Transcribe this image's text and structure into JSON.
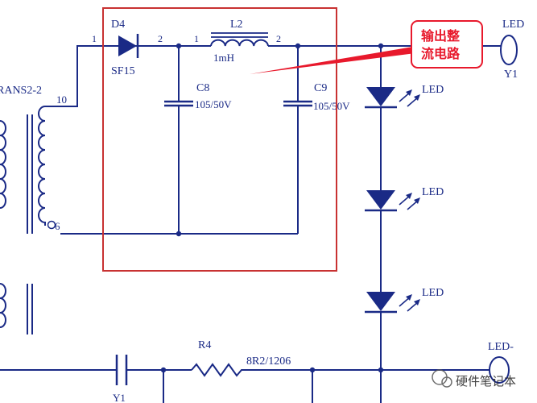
{
  "transformer": {
    "label": "RANS2-2",
    "pin_top": "10",
    "pin_bottom": "6"
  },
  "diode": {
    "ref": "D4",
    "value": "SF15",
    "pin1": "1",
    "pin2": "2"
  },
  "inductor": {
    "ref": "L2",
    "value": "1mH",
    "pin1": "1",
    "pin2": "2"
  },
  "cap_c8": {
    "ref": "C8",
    "value": "105/50V"
  },
  "cap_c9": {
    "ref": "C9",
    "value": "105/50V"
  },
  "callout": {
    "line1": "输出整",
    "line2": "流电路",
    "color": "#e8192c"
  },
  "port_led_plus": {
    "label": "LED",
    "ref": "Y1"
  },
  "port_led_minus": {
    "label": "LED-"
  },
  "leds": [
    {
      "label": "LED"
    },
    {
      "label": "LED"
    },
    {
      "label": "LED"
    }
  ],
  "resistor": {
    "ref": "R4",
    "value": "8R2/1206"
  },
  "bottom_left_ref": "Y1",
  "watermark": {
    "text": "硬件笔记本"
  },
  "colors": {
    "wire": "#1a2a86",
    "component": "#1a2a86",
    "highlight_box": "#c83232",
    "background": "#ffffff"
  }
}
